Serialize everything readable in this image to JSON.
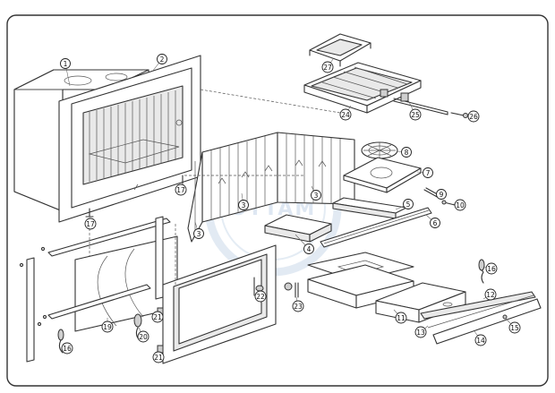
{
  "diagram": {
    "watermark": {
      "lettering": "OTTAM"
    },
    "callouts": [
      {
        "id": "c1",
        "label": "1"
      },
      {
        "id": "c2",
        "label": "2"
      },
      {
        "id": "c3a",
        "label": "3"
      },
      {
        "id": "c3b",
        "label": "3"
      },
      {
        "id": "c3c",
        "label": "3"
      },
      {
        "id": "c4",
        "label": "4"
      },
      {
        "id": "c5",
        "label": "5"
      },
      {
        "id": "c6",
        "label": "6"
      },
      {
        "id": "c7",
        "label": "7"
      },
      {
        "id": "c8",
        "label": "8"
      },
      {
        "id": "c9",
        "label": "9"
      },
      {
        "id": "c10",
        "label": "10"
      },
      {
        "id": "c11",
        "label": "11"
      },
      {
        "id": "c12",
        "label": "12"
      },
      {
        "id": "c13",
        "label": "13"
      },
      {
        "id": "c14",
        "label": "14"
      },
      {
        "id": "c15",
        "label": "15"
      },
      {
        "id": "c16a",
        "label": "16"
      },
      {
        "id": "c16b",
        "label": "16"
      },
      {
        "id": "c17a",
        "label": "17"
      },
      {
        "id": "c17b",
        "label": "17"
      },
      {
        "id": "c19",
        "label": "19"
      },
      {
        "id": "c20",
        "label": "20"
      },
      {
        "id": "c21a",
        "label": "21"
      },
      {
        "id": "c21b",
        "label": "21"
      },
      {
        "id": "c22",
        "label": "22"
      },
      {
        "id": "c23",
        "label": "23"
      },
      {
        "id": "c24",
        "label": "24"
      },
      {
        "id": "c25",
        "label": "25"
      },
      {
        "id": "c26",
        "label": "26"
      },
      {
        "id": "c27",
        "label": "27"
      }
    ]
  }
}
